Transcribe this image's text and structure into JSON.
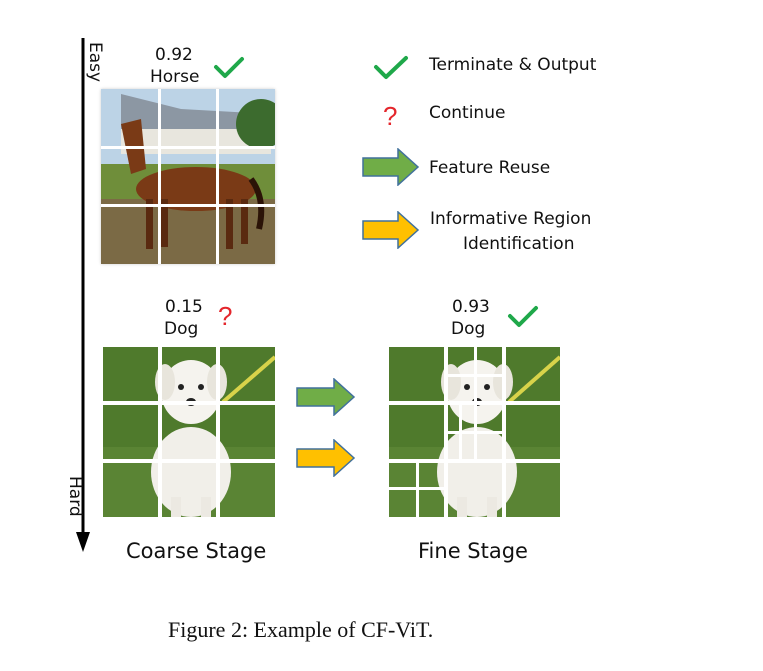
{
  "axis": {
    "top_label": "Easy",
    "bottom_label": "Hard"
  },
  "legend": {
    "items": [
      {
        "icon": "check-icon",
        "label": "Terminate & Output"
      },
      {
        "icon": "question-icon",
        "label": "Continue"
      },
      {
        "icon": "green-arrow-icon",
        "label": "Feature Reuse"
      },
      {
        "icon": "yellow-arrow-icon",
        "label_line1": "Informative Region",
        "label_line2": "Identification"
      }
    ]
  },
  "horse": {
    "score": "0.92",
    "class": "Horse"
  },
  "coarse": {
    "score": "0.15",
    "class": "Dog",
    "stage_label": "Coarse Stage"
  },
  "fine": {
    "score": "0.93",
    "class": "Dog",
    "stage_label": "Fine Stage"
  },
  "caption": "Figure 2: Example of CF-ViT.",
  "colors": {
    "check": "#1fa84a",
    "question": "#e4262c",
    "green_arrow": "#70ad47",
    "yellow_arrow": "#ffc000",
    "arrow_border": "#41719c"
  }
}
